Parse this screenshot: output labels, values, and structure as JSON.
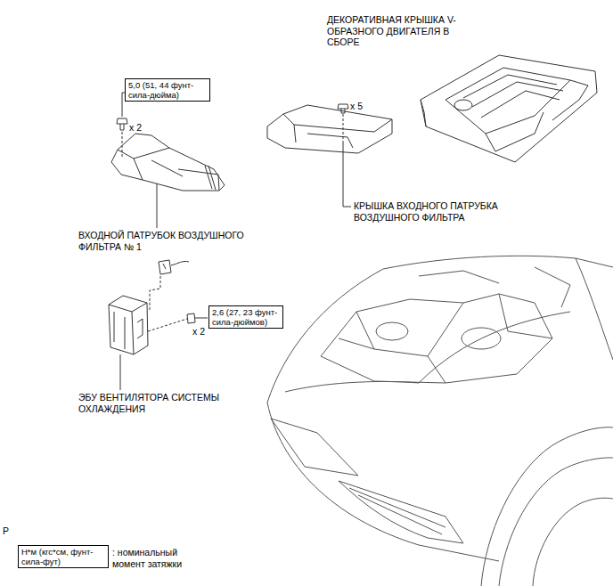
{
  "diagram": {
    "nodes": [
      {
        "text": [
          "5,0 (51, 44 фунт-сила-дюйма)"
        ]
      },
      {
        "text": [
          "2,6 (27, 23 фунт-сила-дюймов)"
        ]
      },
      {
        "text": [
          "Н*м (кгс*см, фунт-сила-фут)"
        ]
      }
    ],
    "labels": [
      "ДЕКОРАТИВНАЯ КРЫШКА V-ОБРАЗНОГО ДВИГАТЕЛЯ В СБОРЕ",
      "x 5",
      "КРЫШКА ВХОДНОГО ПАТРУБКА ВОЗДУШНОГО ФИЛЬТРА",
      "x 2",
      "ВХОДНОЙ ПАТРУБОК ВОЗДУШНОГО ФИЛЬТРА № 1",
      "x 2",
      "ЭБУ ВЕНТИЛЯТОРА СИСТЕМЫ ОХЛАЖДЕНИЯ",
      ": номинальный момент затяжки",
      "P"
    ]
  }
}
